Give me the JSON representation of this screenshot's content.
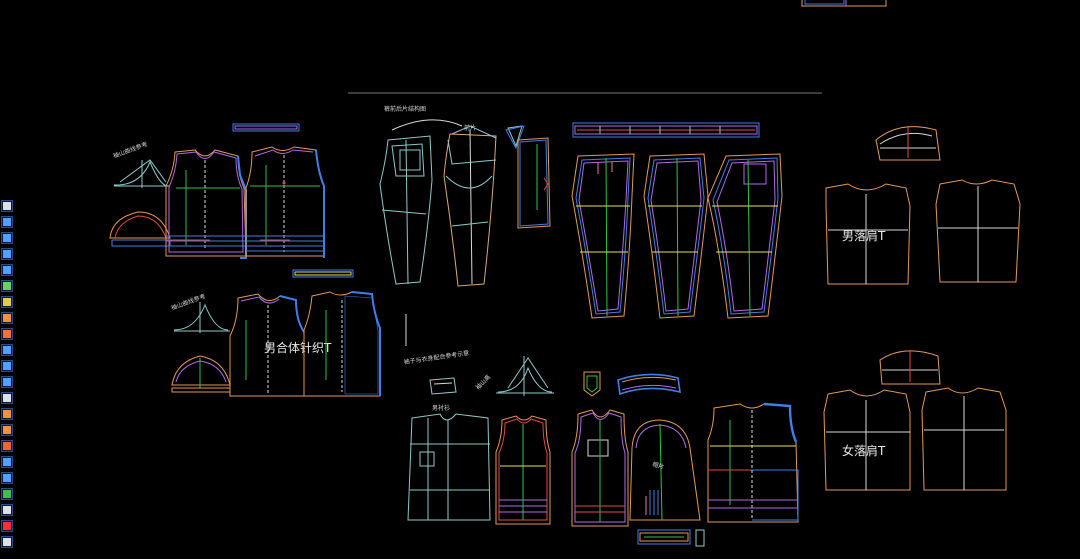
{
  "app": {
    "title": "",
    "background": "#000000"
  },
  "colors": {
    "cyan": "#8fc9c9",
    "orange": "#e29a58",
    "blue": "#3f7fe8",
    "red": "#e04848",
    "green": "#2ec24a",
    "yellow": "#e8e058",
    "purple": "#b06ae8",
    "white": "#d8d8d8",
    "pink": "#e87ab0",
    "skin": "#d9a878"
  },
  "canvas_labels": {
    "male_knit_tee": "男合体针织T",
    "male_drop_tee": "男落肩T",
    "female_drop_tee": "女落肩T"
  },
  "toolbar": {
    "tools": [
      {
        "icon": "select-arrow-icon",
        "color": "#e0e0e0"
      },
      {
        "icon": "pointer-icon",
        "color": "#4fa0ff"
      },
      {
        "icon": "line-icon",
        "color": "#4fa0ff"
      },
      {
        "icon": "vertical-line-icon",
        "color": "#4fa0ff"
      },
      {
        "icon": "parallel-lines-icon",
        "color": "#4fa0ff"
      },
      {
        "icon": "rectangle-icon",
        "color": "#6ad060"
      },
      {
        "icon": "square-icon",
        "color": "#e0d040"
      },
      {
        "icon": "circle-icon",
        "color": "#ff9030"
      },
      {
        "icon": "curve-icon",
        "color": "#ff7030"
      },
      {
        "icon": "measure-icon",
        "color": "#4fa0ff"
      },
      {
        "icon": "arc-icon",
        "color": "#4fa0ff"
      },
      {
        "icon": "angle-icon",
        "color": "#4fa0ff"
      },
      {
        "icon": "save-icon",
        "color": "#e0e0e0"
      },
      {
        "icon": "grade-icon",
        "color": "#ff9030"
      },
      {
        "icon": "scissors-icon",
        "color": "#ff9030"
      },
      {
        "icon": "dart-icon",
        "color": "#ff6030"
      },
      {
        "icon": "notch-icon",
        "color": "#4fa0ff"
      },
      {
        "icon": "fold-icon",
        "color": "#4fa0ff"
      },
      {
        "icon": "layer-icon",
        "color": "#40c040"
      },
      {
        "icon": "text-icon",
        "color": "#e0e0e0"
      },
      {
        "icon": "marker-icon",
        "color": "#ff3030"
      },
      {
        "icon": "settings-icon",
        "color": "#e0e0e0"
      }
    ]
  }
}
